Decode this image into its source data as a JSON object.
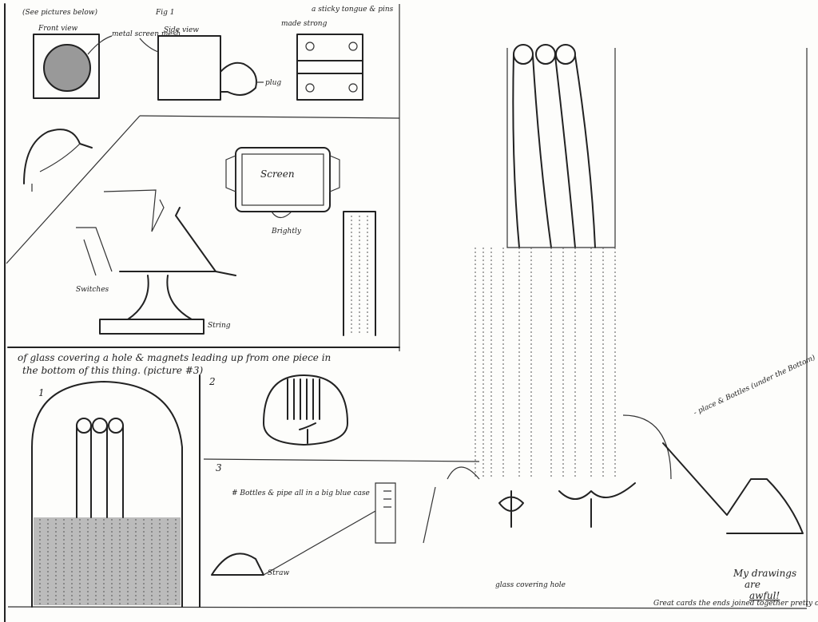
{
  "page": {
    "colors": {
      "paper": "#fdfdfb",
      "ink": "#222222"
    },
    "labels": {
      "see_pictures": "(See pictures below)",
      "fig": "Fig 1",
      "front_view": "Front view",
      "metal_screen": "metal screen mesh",
      "side_view": "Side view",
      "plug": "plug",
      "sticky": "a sticky tongue & pins",
      "made_strong": "made strong",
      "screen": "Screen",
      "brightly": "Brightly",
      "string": "String",
      "switches": "Switches",
      "caption_line1": "of glass covering a hole & magnets leading up from one piece in",
      "caption_line2": "the bottom of this thing. (picture #3)",
      "panel_num_1": "1",
      "panel_num_2": "2",
      "panel_num_3": "3",
      "straw": "Straw",
      "glass_covering_hole": "glass covering hole",
      "note_left": "# Bottles & pipe all in a big blue case",
      "note_right": "- place & Bottles (under the Bottom)",
      "signature_line1": "My drawings",
      "signature_line2": "are",
      "signature_line3": "awful!",
      "footer_note": "Great cards the ends joined together pretty closely"
    }
  }
}
